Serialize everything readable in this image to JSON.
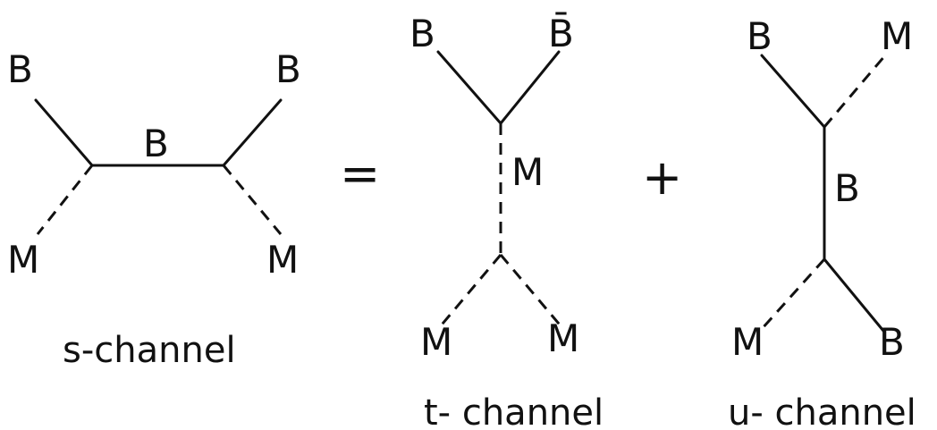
{
  "s_channel": {
    "top_left": "B",
    "top_right": "B",
    "propagator": "B",
    "bottom_left": "M",
    "bottom_right": "M",
    "caption": "s-channel"
  },
  "equals_sign": "=",
  "t_channel": {
    "top_left": "B",
    "top_right": "B̄",
    "propagator": "M",
    "bottom_left": "M",
    "bottom_right": "M",
    "caption": "t- channel"
  },
  "plus_sign": "+",
  "u_channel": {
    "top_left": "B",
    "top_right": "M",
    "propagator": "B",
    "bottom_left": "M",
    "bottom_right": "B",
    "caption": "u- channel"
  }
}
